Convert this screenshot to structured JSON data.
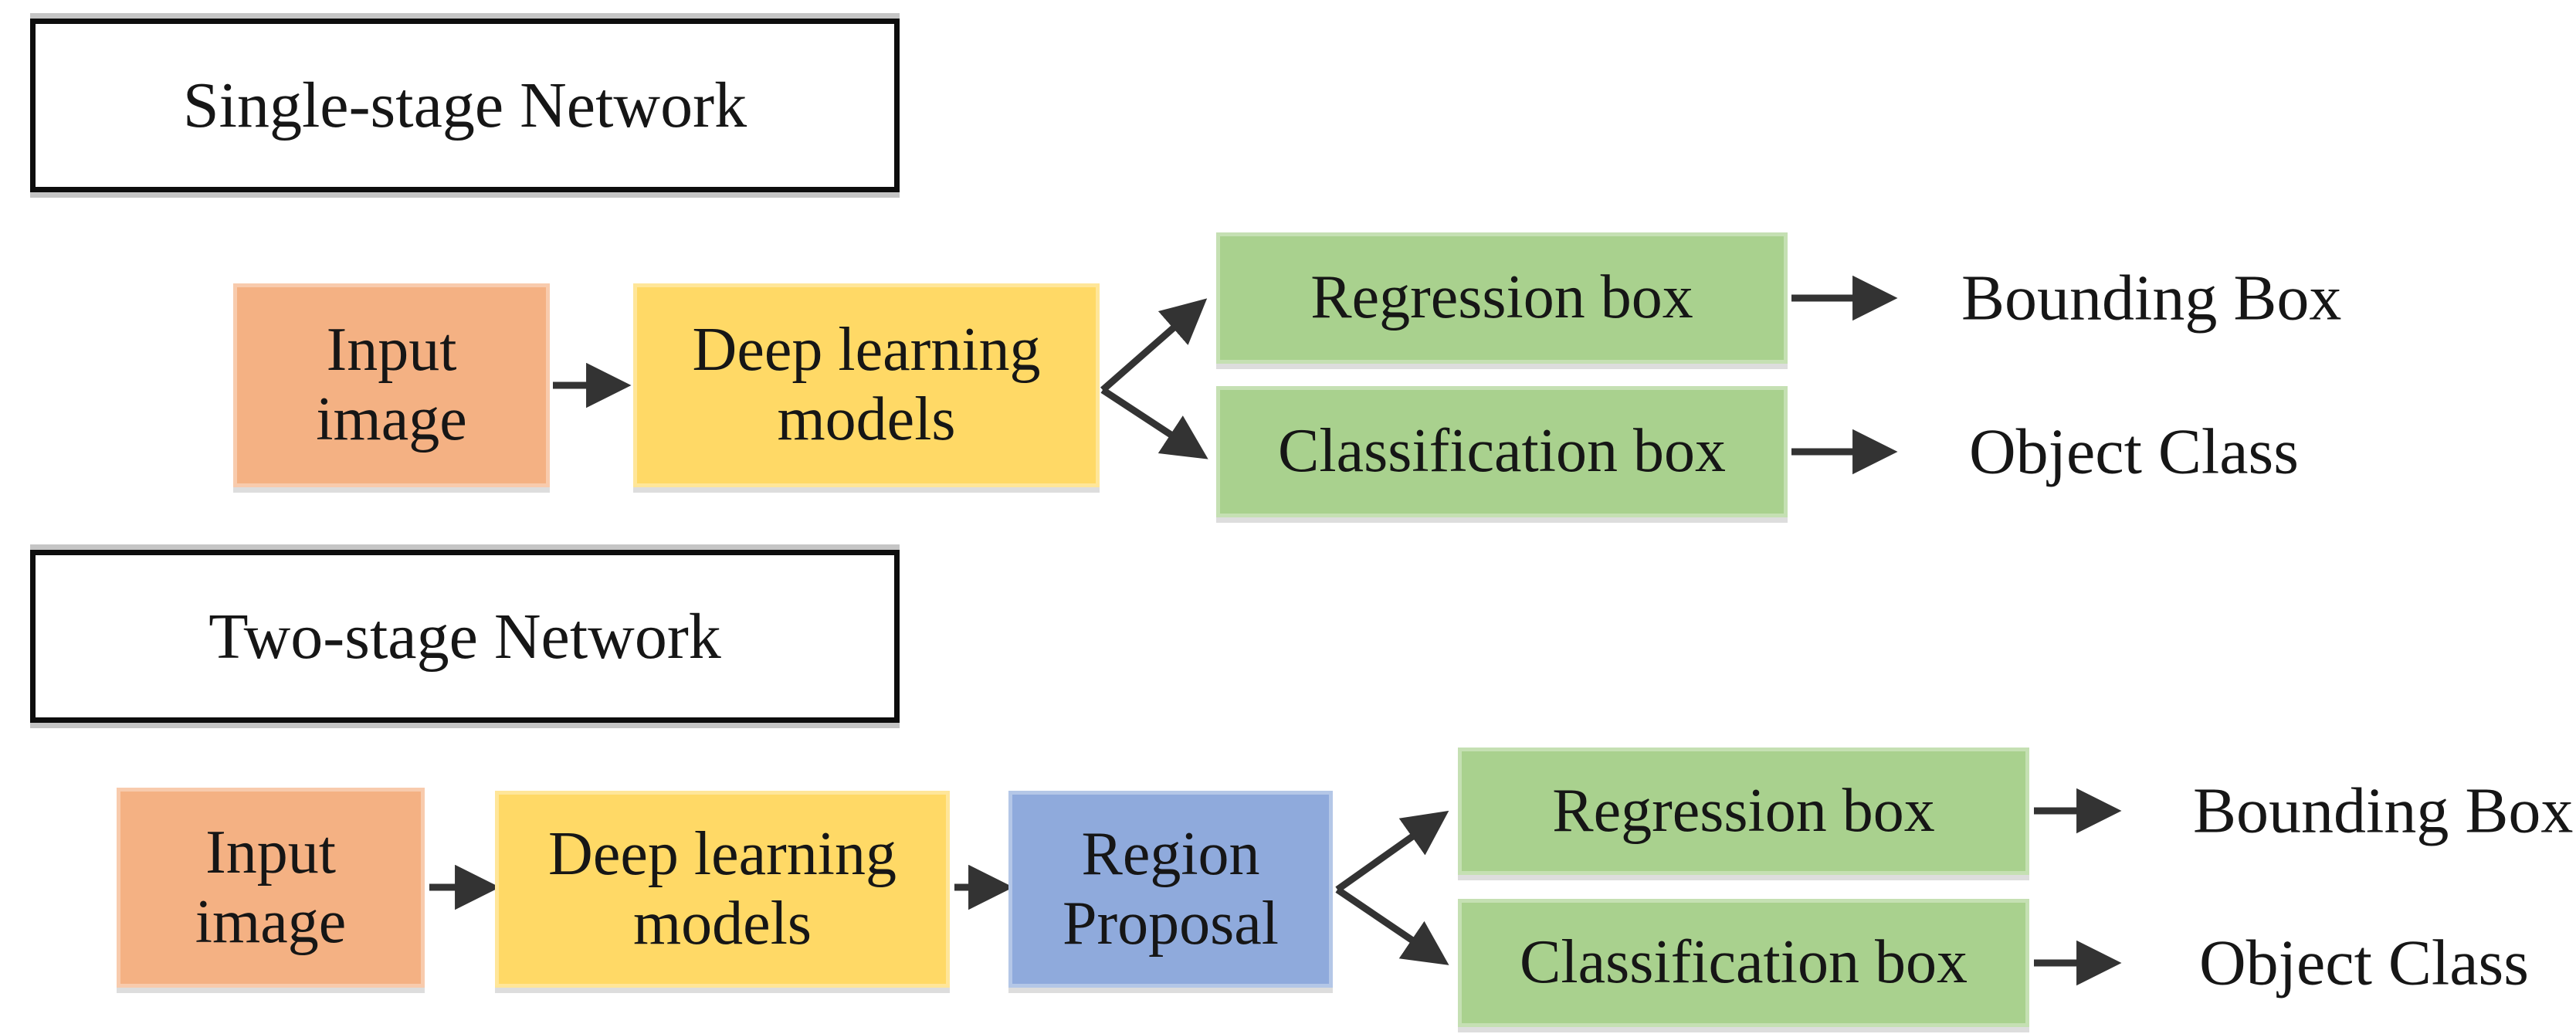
{
  "colors": {
    "input_box": "#F4B183",
    "model_box": "#FFD966",
    "region_box": "#8FAADC",
    "output_box": "#A9D18E",
    "arrow": "#333333",
    "title_border": "#000000",
    "text": "#161616",
    "background": "#FFFFFF"
  },
  "single_stage": {
    "title": "Single-stage Network",
    "input_label": "Input\nimage",
    "model_label": "Deep learning\nmodels",
    "regression_label": "Regression box",
    "classification_label": "Classification box",
    "bounding_output": "Bounding Box",
    "class_output": "Object Class"
  },
  "two_stage": {
    "title": "Two-stage Network",
    "input_label": "Input\nimage",
    "model_label": "Deep learning\nmodels",
    "region_label": "Region\nProposal",
    "regression_label": "Regression box",
    "classification_label": "Classification box",
    "bounding_output": "Bounding Box",
    "class_output": "Object Class"
  }
}
